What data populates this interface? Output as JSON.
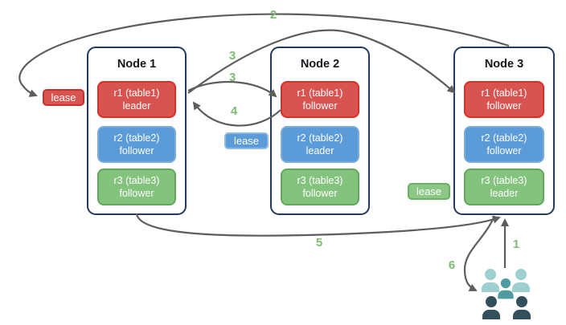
{
  "nodes": [
    {
      "title": "Node 1",
      "replicas": [
        {
          "name": "r1 (table1)",
          "role": "leader",
          "color": "#d85450"
        },
        {
          "name": "r2 (table2)",
          "role": "follower",
          "color": "#5b9bd7"
        },
        {
          "name": "r3 (table3)",
          "role": "follower",
          "color": "#84c37e"
        }
      ]
    },
    {
      "title": "Node 2",
      "replicas": [
        {
          "name": "r1 (table1)",
          "role": "follower",
          "color": "#d85450"
        },
        {
          "name": "r2 (table2)",
          "role": "leader",
          "color": "#5b9bd7"
        },
        {
          "name": "r3 (table3)",
          "role": "follower",
          "color": "#84c37e"
        }
      ]
    },
    {
      "title": "Node 3",
      "replicas": [
        {
          "name": "r1 (table1)",
          "role": "follower",
          "color": "#d85450"
        },
        {
          "name": "r2 (table2)",
          "role": "follower",
          "color": "#5b9bd7"
        },
        {
          "name": "r3 (table3)",
          "role": "leader",
          "color": "#84c37e"
        }
      ]
    }
  ],
  "leases": [
    {
      "label": "lease",
      "color": "#d85450"
    },
    {
      "label": "lease",
      "color": "#5b9bd7"
    },
    {
      "label": "lease",
      "color": "#8cc787"
    }
  ],
  "steps": [
    {
      "label": "1"
    },
    {
      "label": "2"
    },
    {
      "label": "3"
    },
    {
      "label": "3"
    },
    {
      "label": "4"
    },
    {
      "label": "5"
    },
    {
      "label": "6"
    }
  ],
  "colors": {
    "node_border": "#24395c",
    "arrow": "#5d5d5d",
    "step_label": "#7cbd72",
    "users_light": "#9fd0d1",
    "users_medium": "#4f9ba1",
    "users_dark": "#32505c"
  }
}
